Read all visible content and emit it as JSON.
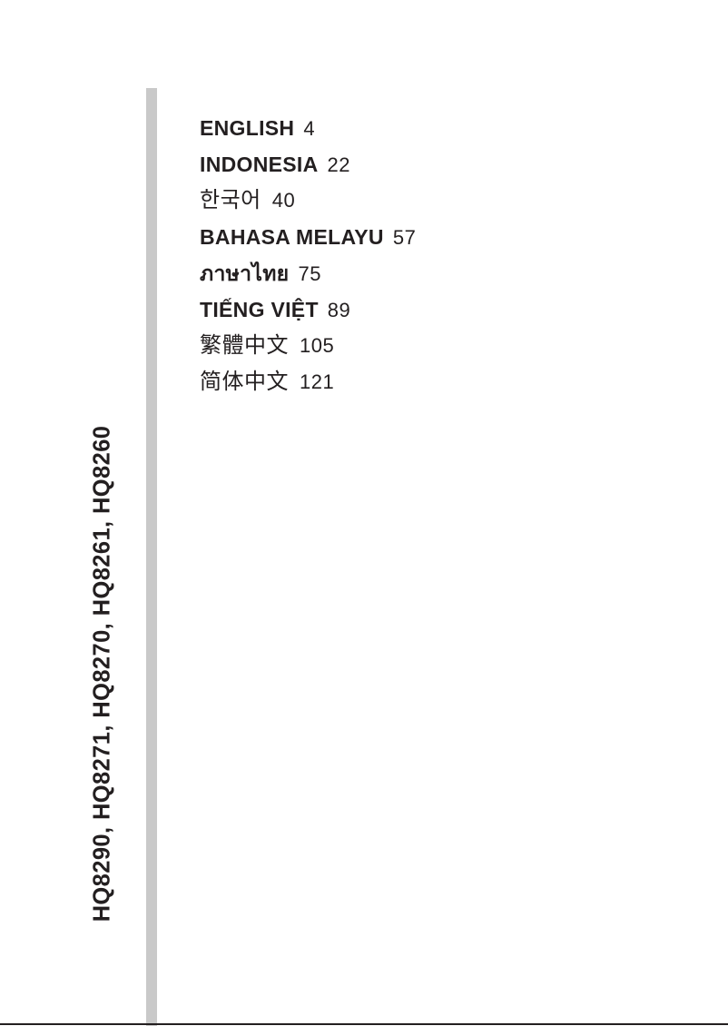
{
  "page": {
    "model_numbers": "HQ8290, HQ8271, HQ8270, HQ8261, HQ8260",
    "accent_color": "#231f20",
    "rule_color": "#c9c9c9",
    "background_color": "#ffffff"
  },
  "language_index": {
    "entries": [
      {
        "name": "ENGLISH",
        "page": "4",
        "script": "latin"
      },
      {
        "name": "INDONESIA",
        "page": "22",
        "script": "latin"
      },
      {
        "name": "한국어",
        "page": "40",
        "script": "cjk"
      },
      {
        "name": "BAHASA MELAYU",
        "page": "57",
        "script": "latin"
      },
      {
        "name": "ภาษาไทย",
        "page": "75",
        "script": "latin"
      },
      {
        "name": "TIẾNG VIỆT",
        "page": "89",
        "script": "latin"
      },
      {
        "name": "繁體中文",
        "page": "105",
        "script": "cjk"
      },
      {
        "name": "简体中文",
        "page": "121",
        "script": "cjk"
      }
    ]
  }
}
